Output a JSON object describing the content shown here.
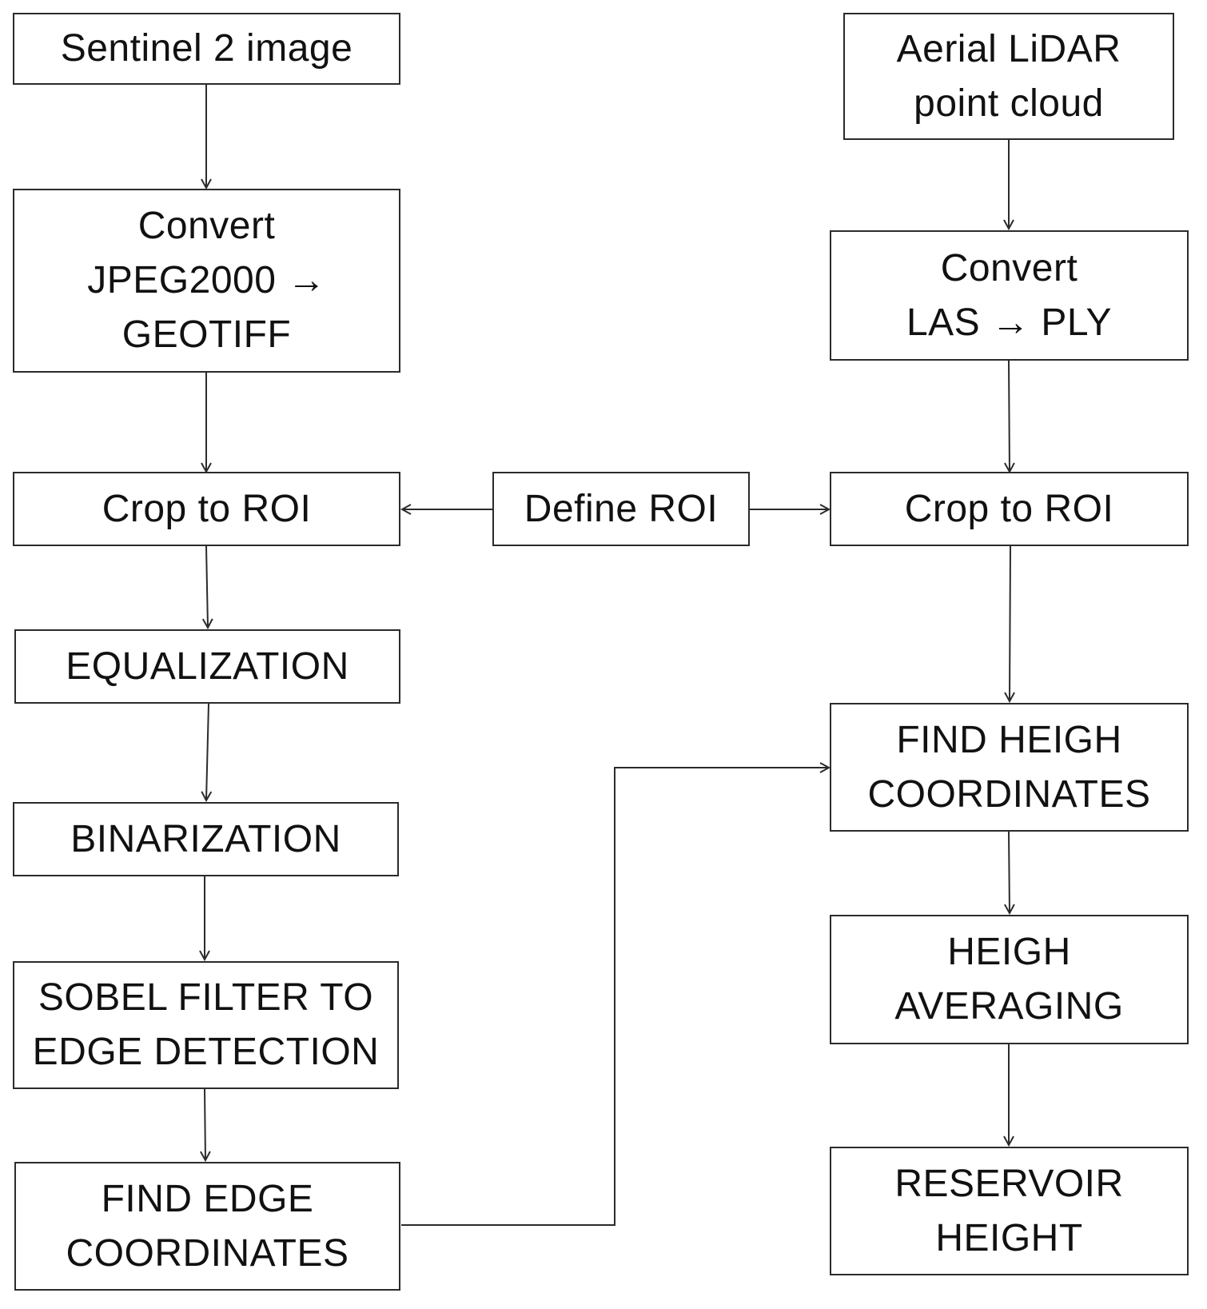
{
  "colors": {
    "stroke": "#2b2b2b",
    "text": "#111111",
    "background": "#ffffff"
  },
  "nodes": {
    "sentinel_image": {
      "lines": [
        "Sentinel 2 image"
      ]
    },
    "convert_jpeg": {
      "lines": [
        "Convert",
        "JPEG2000 →",
        "GEOTIFF"
      ]
    },
    "crop_left": {
      "lines": [
        "Crop to ROI"
      ]
    },
    "equalization": {
      "lines": [
        "EQUALIZATION"
      ]
    },
    "binarization": {
      "lines": [
        "BINARIZATION"
      ]
    },
    "sobel_filter": {
      "lines": [
        "SOBEL FILTER TO",
        "EDGE DETECTION"
      ]
    },
    "find_edge": {
      "lines": [
        "FIND EDGE",
        "COORDINATES"
      ]
    },
    "define_roi": {
      "lines": [
        "Define ROI"
      ]
    },
    "lidar_cloud": {
      "lines": [
        "Aerial LiDAR",
        "point cloud"
      ]
    },
    "convert_las": {
      "lines": [
        "Convert",
        "LAS → PLY"
      ]
    },
    "crop_right": {
      "lines": [
        "Crop to ROI"
      ]
    },
    "find_heigh": {
      "lines": [
        "FIND HEIGH",
        "COORDINATES"
      ]
    },
    "heigh_averaging": {
      "lines": [
        "HEIGH",
        "AVERAGING"
      ]
    },
    "reservoir_height": {
      "lines": [
        "RESERVOIR",
        "HEIGHT"
      ]
    }
  },
  "edges": [
    {
      "from": "sentinel_image",
      "to": "convert_jpeg"
    },
    {
      "from": "convert_jpeg",
      "to": "crop_left"
    },
    {
      "from": "define_roi",
      "to": "crop_left"
    },
    {
      "from": "define_roi",
      "to": "crop_right"
    },
    {
      "from": "crop_left",
      "to": "equalization"
    },
    {
      "from": "equalization",
      "to": "binarization"
    },
    {
      "from": "binarization",
      "to": "sobel_filter"
    },
    {
      "from": "sobel_filter",
      "to": "find_edge"
    },
    {
      "from": "find_edge",
      "to": "find_heigh"
    },
    {
      "from": "lidar_cloud",
      "to": "convert_las"
    },
    {
      "from": "convert_las",
      "to": "crop_right"
    },
    {
      "from": "crop_right",
      "to": "find_heigh"
    },
    {
      "from": "find_heigh",
      "to": "heigh_averaging"
    },
    {
      "from": "heigh_averaging",
      "to": "reservoir_height"
    }
  ]
}
